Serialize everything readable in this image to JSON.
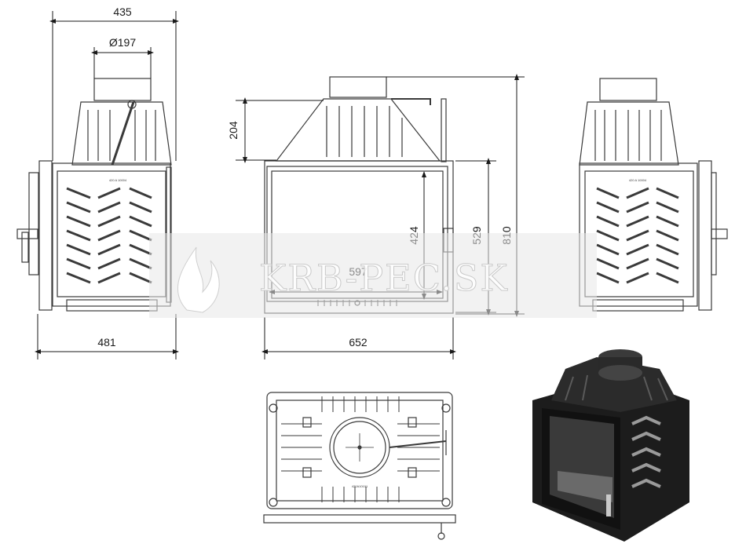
{
  "diagram": {
    "dimensions": {
      "side_width_top": "435",
      "flue_diameter": "Ø197",
      "side_depth_bottom": "481",
      "hood_height": "204",
      "glass_width": "597",
      "glass_height": "424",
      "door_height": "529",
      "total_height": "810",
      "front_width": "652"
    },
    "plates": {
      "left_plate": "420 A 10004",
      "right_plate": "420 A 10004",
      "top_plate": "420A10101"
    },
    "watermark": {
      "text": "KRB-PEC.SK"
    },
    "colors": {
      "line": "#3a3a3a",
      "dimension": "#1a1a1a",
      "render_dark": "#1c1c1c",
      "watermark_band": "#e8e8e8"
    }
  }
}
